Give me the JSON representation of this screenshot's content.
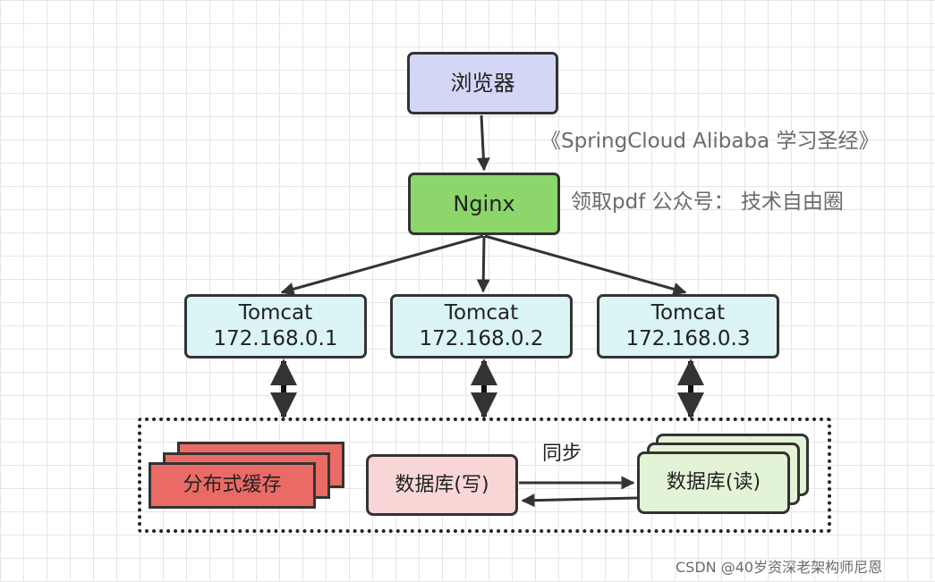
{
  "nodes": {
    "browser": "浏览器",
    "nginx": "Nginx",
    "tomcats": [
      {
        "name": "Tomcat",
        "ip": "172.168.0.1"
      },
      {
        "name": "Tomcat",
        "ip": "172.168.0.2"
      },
      {
        "name": "Tomcat",
        "ip": "172.168.0.3"
      }
    ],
    "cache": "分布式缓存",
    "db_write": "数据库(写)",
    "db_read": "数据库(读)"
  },
  "labels": {
    "sync": "同步"
  },
  "watermarks": {
    "line1": "《SpringCloud Alibaba 学习圣经》",
    "line2": "领取pdf 公众号： 技术自由圈",
    "csdn": "CSDN @40岁资深老架构师尼恩"
  },
  "colors": {
    "browser": "#d3d6f5",
    "nginx": "#8cd66c",
    "tomcat": "#dbf4f5",
    "cache": "#ea6b66",
    "db_write": "#f9d6d6",
    "db_read": "#e3f4d6",
    "stroke": "#333333"
  }
}
